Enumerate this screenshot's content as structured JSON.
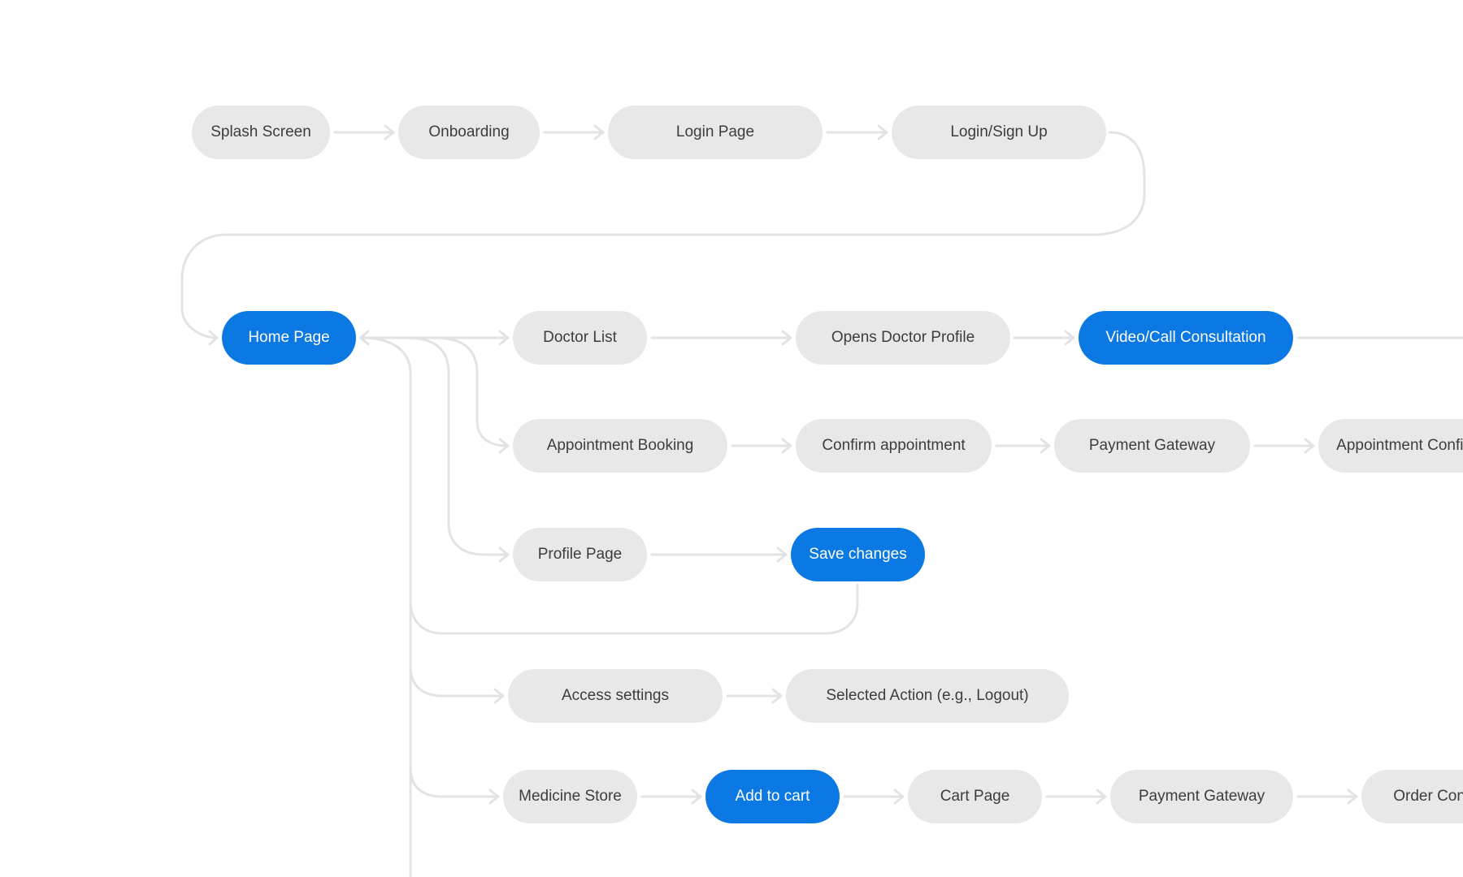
{
  "theme": {
    "node_gray": "#e8e8e8",
    "node_blue": "#0b78e3",
    "connector": "#e3e3e3",
    "text_dark": "#3d3d3d",
    "text_light": "#ffffff"
  },
  "flow": {
    "row1": {
      "splash": "Splash Screen",
      "onboarding": "Onboarding",
      "login_page": "Login Page",
      "login_signup": "Login/Sign Up"
    },
    "home": "Home Page",
    "doctor": {
      "list": "Doctor List",
      "profile": "Opens Doctor Profile",
      "video_call": "Video/Call Consultation"
    },
    "appointment": {
      "booking": "Appointment Booking",
      "confirm": "Confirm appointment",
      "payment": "Payment Gateway",
      "confirmation": "Appointment Confirmation"
    },
    "profile": {
      "page": "Profile Page",
      "save": "Save changes"
    },
    "settings": {
      "access": "Access settings",
      "action": "Selected Action (e.g., Logout)"
    },
    "medicine": {
      "store": "Medicine Store",
      "add_to_cart": "Add to cart",
      "cart": "Cart Page",
      "payment": "Payment Gateway",
      "order_confirmation": "Order Confirmation"
    }
  }
}
